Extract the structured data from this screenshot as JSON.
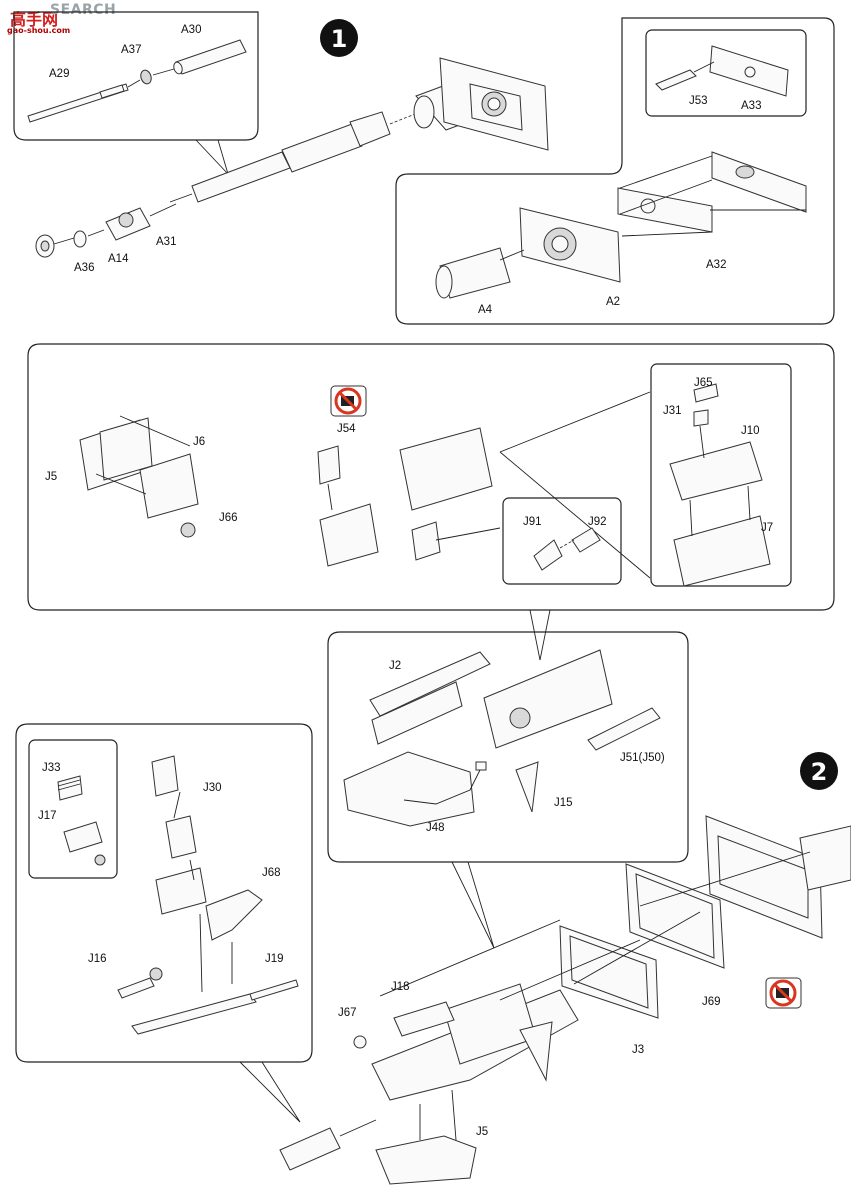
{
  "watermark": {
    "site": "SEARCH",
    "cn": "高手网",
    "url": "gao-shou.com"
  },
  "steps": [
    "1",
    "2"
  ],
  "labels": {
    "A29": "A29",
    "A30": "A30",
    "A37": "A37",
    "A31": "A31",
    "A14": "A14",
    "A36": "A36",
    "J53": "J53",
    "A33": "A33",
    "A32": "A32",
    "A4": "A4",
    "A2": "A2",
    "J5a": "J5",
    "J6": "J6",
    "J66": "J66",
    "J54": "J54",
    "J91": "J91",
    "J92": "J92",
    "J65": "J65",
    "J31": "J31",
    "J10": "J10",
    "J7": "J7",
    "J2": "J2",
    "J51": "J51(J50)",
    "J15": "J15",
    "J48": "J48",
    "J33": "J33",
    "J17": "J17",
    "J30": "J30",
    "J68": "J68",
    "J16": "J16",
    "J19": "J19",
    "J18": "J18",
    "J67": "J67",
    "J3": "J3",
    "J69": "J69",
    "J5b": "J5"
  },
  "icons": [
    "no-glue-icon",
    "no-glue-icon"
  ],
  "colors": {
    "ink": "#222222",
    "noglue": "#d9361f"
  }
}
